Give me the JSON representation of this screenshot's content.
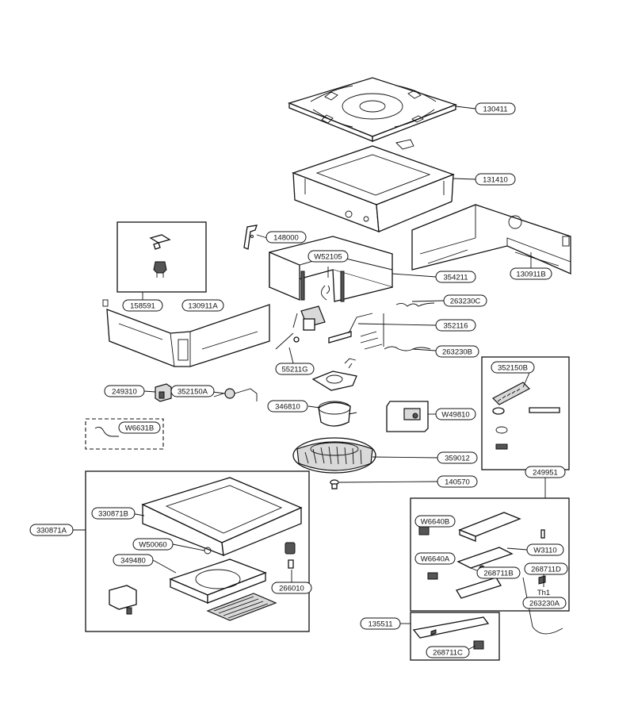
{
  "labels": {
    "p130411": "130411",
    "p131410": "131410",
    "p148000": "148000",
    "pW52105": "W52105",
    "p354211": "354211",
    "p130911B": "130911B",
    "p158591": "158591",
    "p130911A": "130911A",
    "p263230C": "263230C",
    "p352116": "352116",
    "p263230B": "263230B",
    "p55211G": "55211G",
    "p249310": "249310",
    "p352150A": "352150A",
    "p352150B": "352150B",
    "p346810": "346810",
    "pW49810": "W49810",
    "pW6631B": "W6631B",
    "p359012": "359012",
    "p140570": "140570",
    "p249951": "249951",
    "p330871A": "330871A",
    "p330871B": "330871B",
    "pW6640B": "W6640B",
    "pW50060": "W50060",
    "pW3110": "W3110",
    "p349480": "349480",
    "pW6640A": "W6640A",
    "p268711B": "268711B",
    "p268711D": "268711D",
    "pTh1": "Th1",
    "p266010": "266010",
    "p263230A": "263230A",
    "p135511": "135511",
    "p268711C": "268711C"
  }
}
